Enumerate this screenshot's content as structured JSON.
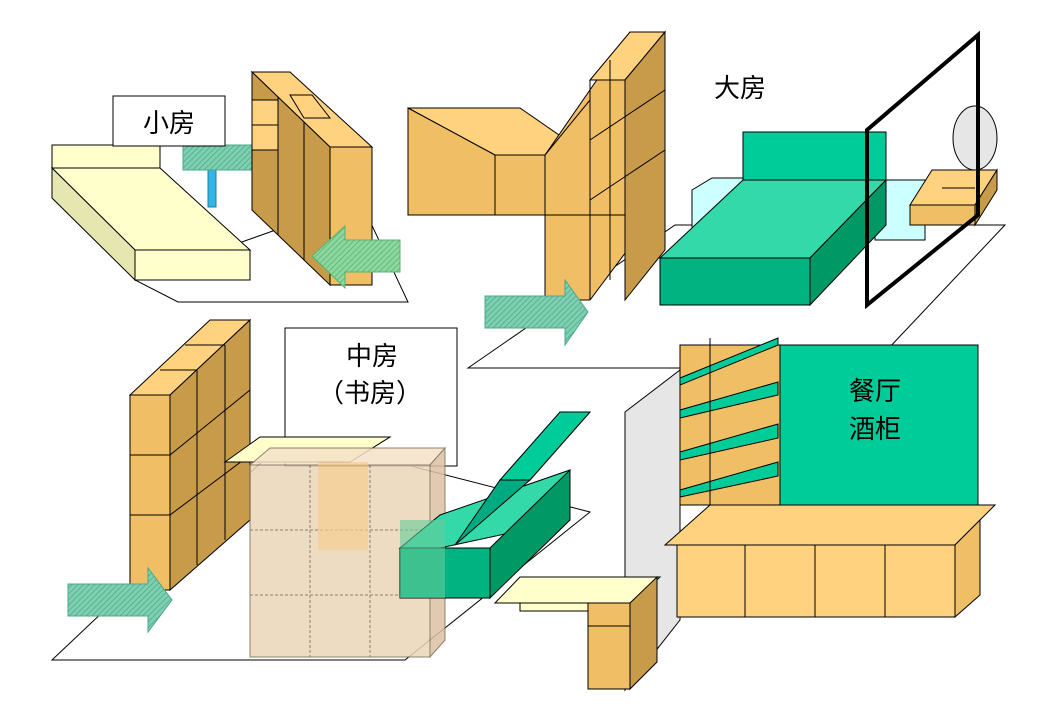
{
  "labels": {
    "small_room": "小房",
    "big_room": "大房",
    "middle_room_line1": "中房",
    "middle_room_line2": "（书房）",
    "dining_line1": "餐厅",
    "dining_line2": "酒柜"
  },
  "colors": {
    "cabinet_light": "#FFD27F",
    "cabinet_mid": "#F0BE64",
    "cabinet_dark": "#C89B4B",
    "bed_yellow": "#FFFFCC",
    "bed_yellow_side": "#E6E6B0",
    "bed_green_top": "#33CC99",
    "bed_green_front": "#00B380",
    "bed_green_side": "#009966",
    "pale_cyan": "#CCFFFF",
    "arrow_green": "#66CC99",
    "arrow_teal": "#4DB3A6",
    "translucent_tan": "#EBD5B8",
    "wall_grey": "#E6E6E6"
  }
}
